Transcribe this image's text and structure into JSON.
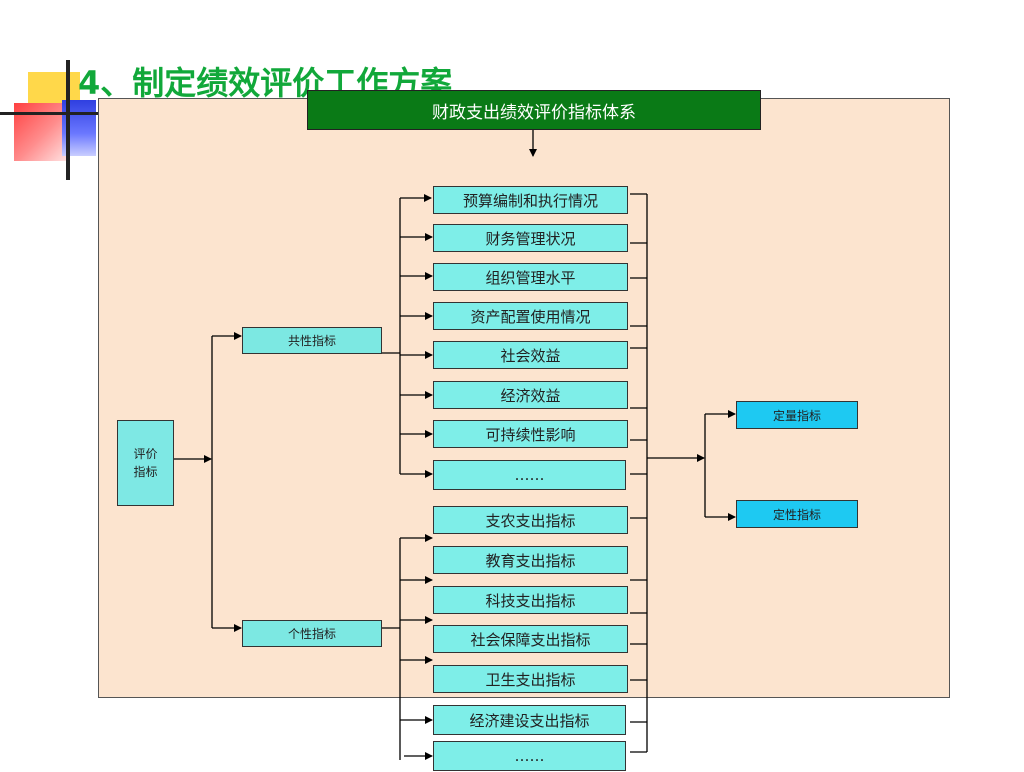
{
  "slide": {
    "title": "4、制定绩效评价工作方案"
  },
  "header": {
    "label": "财政支出绩效评价指标体系"
  },
  "root": {
    "label": "评价\n指标"
  },
  "categories": {
    "common": "共性指标",
    "specific": "个性指标"
  },
  "common_items": [
    "预算编制和执行情况",
    "财务管理状况",
    "组织管理水平",
    "资产配置使用情况",
    "社会效益",
    "经济效益",
    "可持续性影响",
    "……"
  ],
  "specific_items": [
    "支农支出指标",
    "教育支出指标",
    "科技支出指标",
    "社会保障支出指标",
    "卫生支出指标",
    "经济建设支出指标",
    "……"
  ],
  "indicator_types": {
    "quantitative": "定量指标",
    "qualitative": "定性指标"
  },
  "colors": {
    "title": "#11a83a",
    "header_bg": "#0a7a16",
    "panel_bg": "#fce4cf",
    "item_bg": "#7eeee8",
    "type_bg": "#1ec9f2"
  }
}
